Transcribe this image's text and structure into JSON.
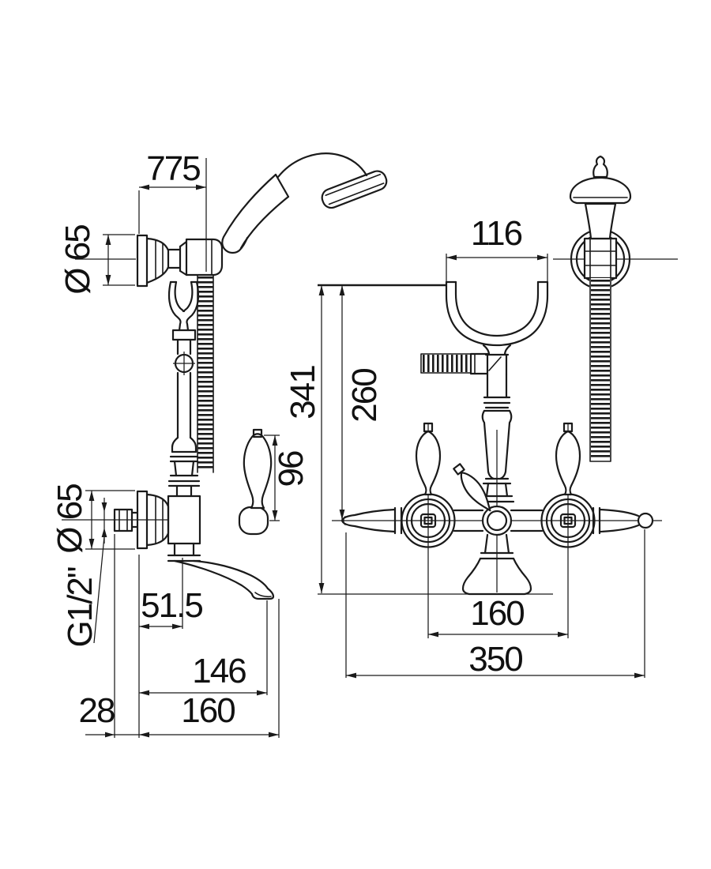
{
  "page": {
    "background": "#ffffff",
    "line_color": "#1a1a1a"
  },
  "drawing": {
    "type": "technical-dimension-drawing",
    "subject": "Wall-mounted bath-shower mixer with hand shower, side view and front view",
    "views": [
      "side view with wall bracket and hand shower",
      "front view with wall holder and hose"
    ],
    "dimensions": {
      "hose_length": "775",
      "shower_bracket_diameter": "Ø 65",
      "side_lever_height": "96",
      "body_escutcheon_diameter": "Ø 65",
      "inlet_thread": "G1/2\"",
      "wall_to_spout_axis": "51.5",
      "wall_to_outlet": "146",
      "union_projection": "28",
      "spout_reach": "160",
      "cradle_width": "116",
      "height_cradle_to_outlet": "341",
      "height_cradle_to_axis": "260",
      "inlet_centres": "160",
      "overall_width": "350"
    }
  }
}
